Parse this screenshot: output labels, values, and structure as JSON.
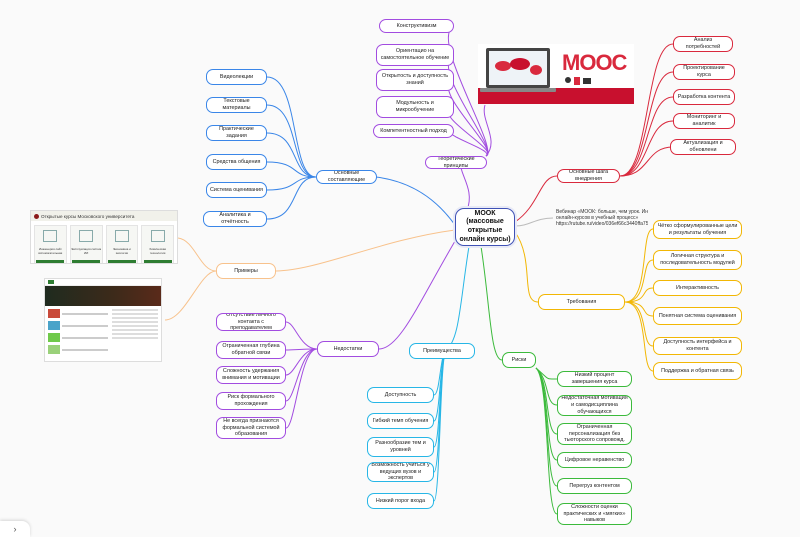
{
  "colors": {
    "blue": "#3a86e8",
    "violet": "#a24ce0",
    "red": "#d9293d",
    "yellow": "#f2b705",
    "green": "#3cba3c",
    "cyan": "#27b6e6",
    "peach": "#f8c28c"
  },
  "center": "МООК (массовые открытые онлайн курсы)",
  "theory": {
    "label": "Теоретические принципы",
    "items": [
      "Конструктивизм",
      "Ориентацио на самостоятельное обучение",
      "Открытость и доступность знаний",
      "Модульность и микрообучение",
      "Компетентностный подход"
    ]
  },
  "components": {
    "label": "Основные составляющие",
    "items": [
      "Видеолекции",
      "Текстовые материалы",
      "Практические задания",
      "Средства общения",
      "Система оценивания",
      "Аналитика и отчётность"
    ]
  },
  "stages": {
    "label": "Основные шага внедрения",
    "items": [
      "Анализ потребностей",
      "Проектирование курса",
      "Разработка контента",
      "Мониторинг и аналитик",
      "Актуализация и обновлени"
    ]
  },
  "webinar_note": "Вебинар «МООК: больше, чем урок. Интеграция онлайн-курсов в учебный процесс» https://rutube.ru/video/036ef66c3440ffa75370b3cc72f392a/",
  "requirements": {
    "label": "Требования",
    "items": [
      "Чётко сформулированные цели и результаты обучения",
      "Логичная структура и последовательность модулей",
      "Интерактивность",
      "Понятная система оценивания",
      "Доступность интерфейса и контента",
      "Поддержка и обратная связь"
    ]
  },
  "risks": {
    "label": "Риски",
    "items": [
      "Низкий процент завершения курса",
      "Недостаточная мотивация и самодисциплина обучающихся",
      "Ограниченная персонализация без тьюторского сопровожд.",
      "Цифровое неравенство",
      "Перегруз контентом",
      "Сложности оценки практических и «мягких» навыков"
    ]
  },
  "advantages": {
    "label": "Преимущества",
    "items": [
      "Доступность",
      "Гибкий темп обучения",
      "Разнообразие тем и уровней",
      "Возможность учиться у ведущих вузов и экспертов",
      "Низкий порог входа"
    ]
  },
  "drawbacks": {
    "label": "Недостатки",
    "items": [
      "Отсутствие личного контакта с преподавателем",
      "Ограниченная глубина обратной связи",
      "Сложность удержания внимания и мотивации",
      "Риск формального прохождения",
      "Не всегда признаются формальной системой образования"
    ]
  },
  "examples": {
    "label": "Примеры"
  },
  "mooc_logo": "MOOC",
  "shot1": {
    "title": "Открытые курсы Московского университета",
    "cards": [
      "Инженерия сайт вспомогательная",
      "Эксплуатация систем ИИ",
      "Экономика и экология",
      "Химическая технология"
    ]
  }
}
